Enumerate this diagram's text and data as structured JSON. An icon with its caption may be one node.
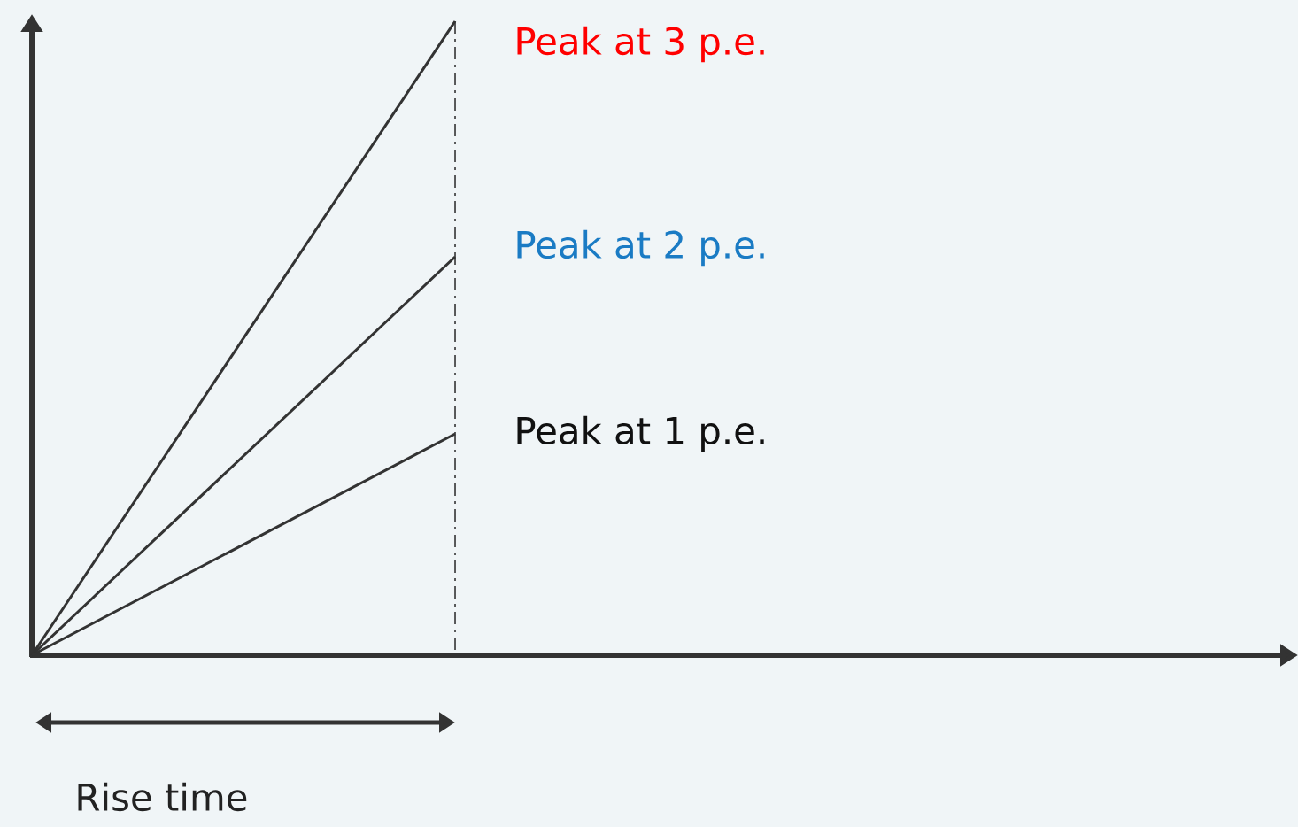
{
  "diagram": {
    "labels": [
      "Peak at 3 p.e.",
      "Peak at 2 p.e.",
      "Peak at 1 p.e.",
      "Rise time"
    ]
  }
}
